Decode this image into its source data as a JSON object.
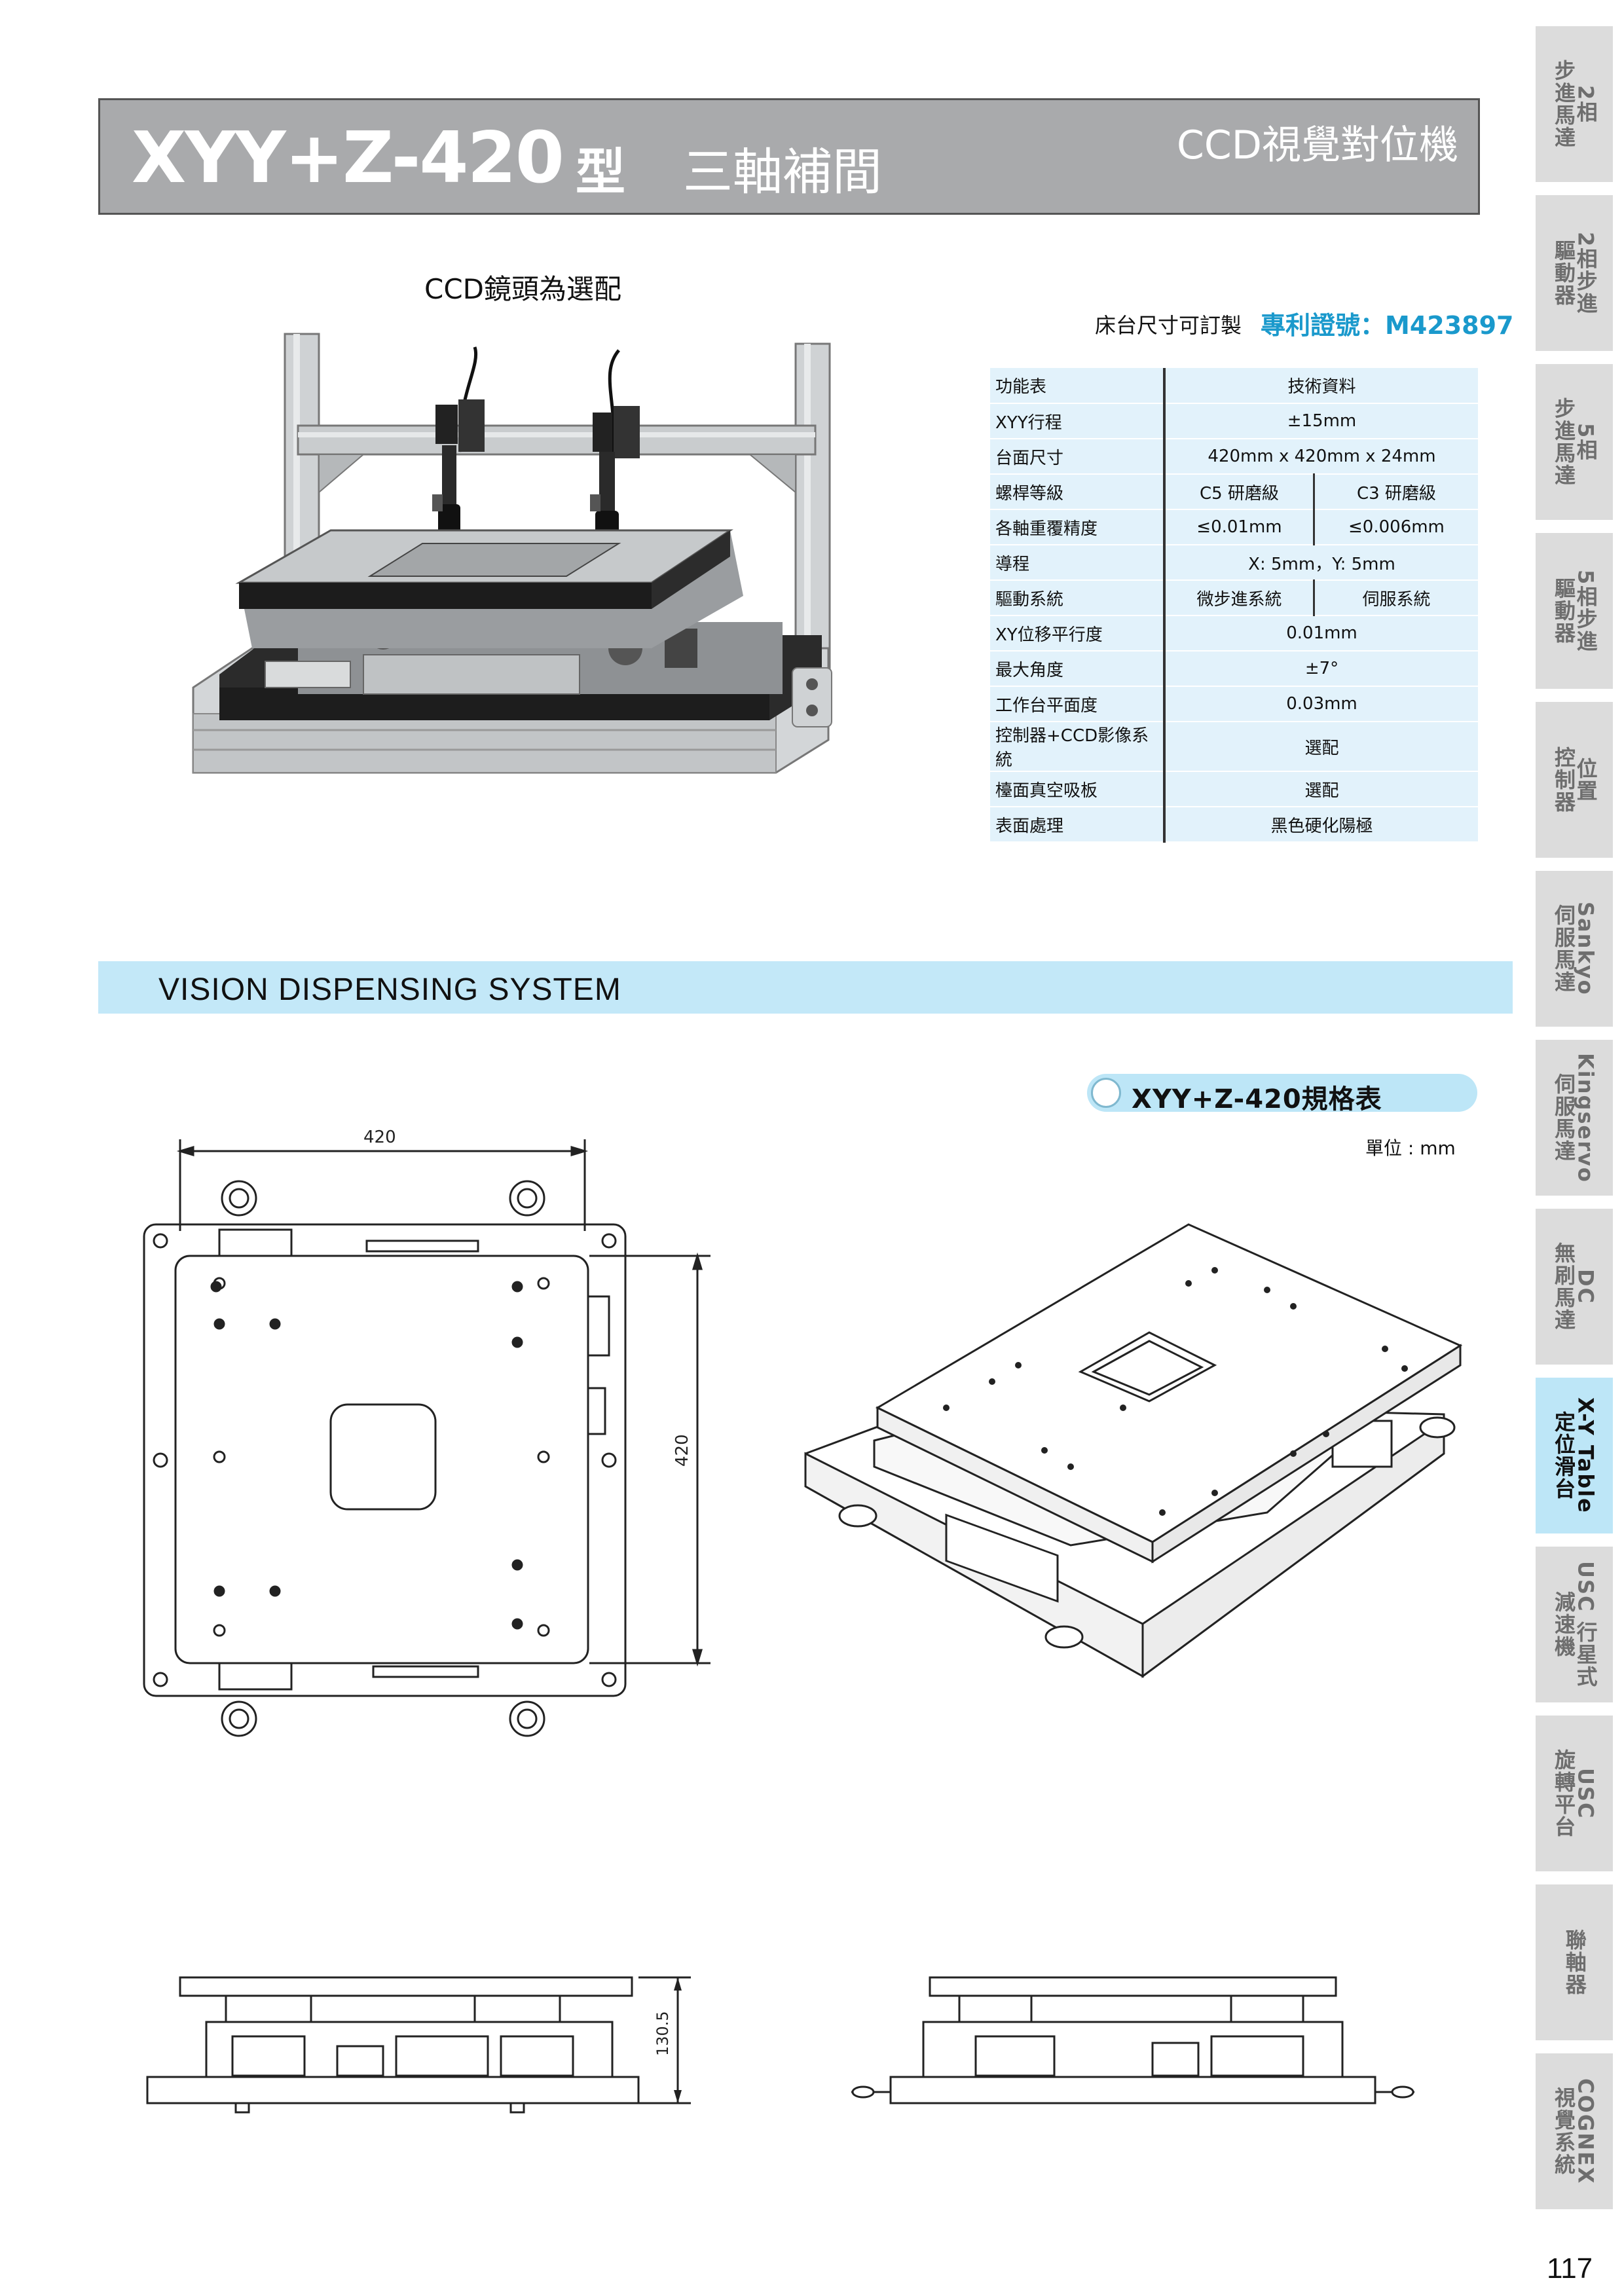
{
  "header": {
    "model": "XYY+Z-420",
    "model_type": "型",
    "subtitle": "三軸補間",
    "category": "CCD視覺對位機"
  },
  "side_tabs": [
    {
      "label": "2相\n步進馬達",
      "active": false
    },
    {
      "label": "2相步進\n驅動器",
      "active": false
    },
    {
      "label": "5相\n步進馬達",
      "active": false
    },
    {
      "label": "5相步進\n驅動器",
      "active": false
    },
    {
      "label": "位置\n控制器",
      "active": false
    },
    {
      "label": "Sankyo\n伺服馬達",
      "active": false
    },
    {
      "label": "Kingservo\n伺服馬達",
      "active": false
    },
    {
      "label": "DC\n無刷馬達",
      "active": false
    },
    {
      "label": "X-Y Table\n定位滑台",
      "active": true
    },
    {
      "label": "USC 行星式\n減速機",
      "active": false
    },
    {
      "label": "USC\n旋轉平台",
      "active": false
    },
    {
      "label": "聯軸器",
      "active": false
    },
    {
      "label": "COGNEX\n視覺系統",
      "active": false
    }
  ],
  "photo": {
    "caption": "CCD鏡頭為選配"
  },
  "spec_table": {
    "custom_note": "床台尺寸可訂製",
    "patent": "專利證號：M423897",
    "rows": [
      {
        "label": "功能表",
        "values": [
          "技術資料"
        ]
      },
      {
        "label": "XYY行程",
        "values": [
          "±15mm"
        ]
      },
      {
        "label": "台面尺寸",
        "values": [
          "420mm x 420mm x 24mm"
        ]
      },
      {
        "label": "螺桿等級",
        "values": [
          "C5 研磨級",
          "C3 研磨級"
        ]
      },
      {
        "label": "各軸重覆精度",
        "values": [
          "≤0.01mm",
          "≤0.006mm"
        ]
      },
      {
        "label": "導程",
        "values": [
          "X:  5mm，Y:  5mm"
        ]
      },
      {
        "label": "驅動系統",
        "values": [
          "微步進系統",
          "伺服系統"
        ]
      },
      {
        "label": "XY位移平行度",
        "values": [
          "0.01mm"
        ]
      },
      {
        "label": "最大角度",
        "values": [
          "±7°"
        ]
      },
      {
        "label": "工作台平面度",
        "values": [
          "0.03mm"
        ]
      },
      {
        "label": "控制器+CCD影像系統",
        "values": [
          "選配"
        ]
      },
      {
        "label": "檯面真空吸板",
        "values": [
          "選配"
        ]
      },
      {
        "label": "表面處理",
        "values": [
          "黑色硬化陽極"
        ]
      }
    ]
  },
  "section": {
    "title": "VISION DISPENSING SYSTEM"
  },
  "spec_sheet": {
    "title": "XYY+Z-420規格表",
    "unit": "單位 : mm"
  },
  "dimensions": {
    "width": "420",
    "depth": "420",
    "height": "130.5"
  },
  "page_number": "117"
}
